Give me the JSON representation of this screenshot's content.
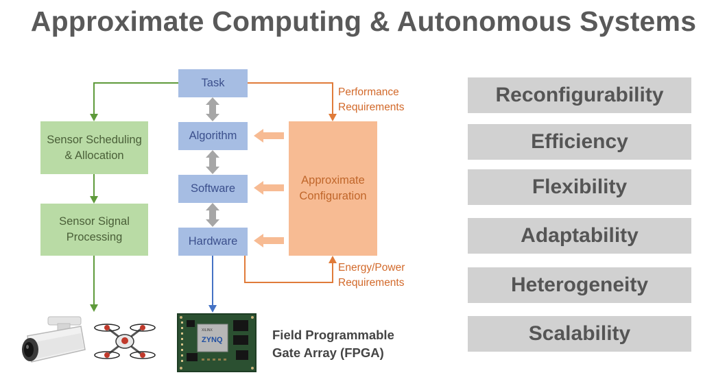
{
  "title": "Approximate Computing & Autonomous Systems",
  "stack": {
    "task": "Task",
    "algorithm": "Algorithm",
    "software": "Software",
    "hardware": "Hardware"
  },
  "sensor": {
    "scheduling_line1": "Sensor Scheduling",
    "scheduling_line2": "& Allocation",
    "processing_line1": "Sensor Signal",
    "processing_line2": "Processing"
  },
  "approx": {
    "line1": "Approximate",
    "line2": "Configuration",
    "perf_line1": "Performance",
    "perf_line2": "Requirements",
    "energy_line1": "Energy/Power",
    "energy_line2": "Requirements"
  },
  "fpga": {
    "line1": "Field Programmable",
    "line2": "Gate Array (FPGA)",
    "chip_brand": "XILINX",
    "chip_name": "ZYNQ"
  },
  "features": [
    "Reconfigurability",
    "Efficiency",
    "Flexibility",
    "Adaptability",
    "Heterogeneity",
    "Scalability"
  ],
  "colors": {
    "blue_box": "#a6bde3",
    "green_box": "#b9dba5",
    "orange_box": "#f7bb93",
    "feature_box": "#d1d1d1",
    "green_line": "#5e9a3a",
    "orange_line": "#e07b39",
    "blue_line": "#4472c4",
    "gray_arrow": "#a6a6a6"
  }
}
